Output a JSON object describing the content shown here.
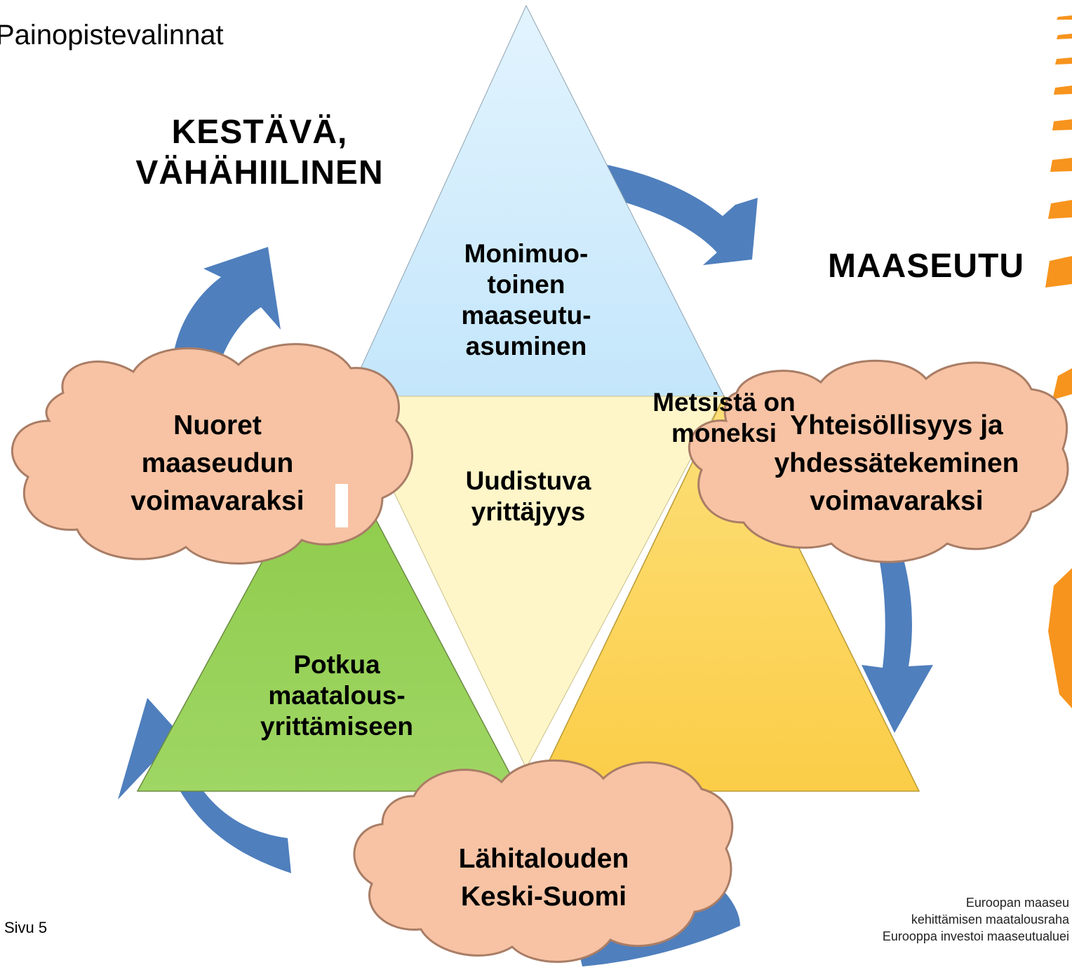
{
  "page_title": "Painopistevalinnat",
  "headings": {
    "left": [
      "KESTÄVÄ,",
      "VÄHÄHIILINEN"
    ],
    "right": "MAASEUTU"
  },
  "triangles": {
    "top": [
      "Monimuo-",
      "toinen",
      "maaseutu-",
      "asuminen"
    ],
    "center": [
      "Uudistuva",
      "yrittäjyys"
    ],
    "left": [
      "Potkua",
      "maatalous-",
      "yrittämiseen"
    ],
    "right": [
      "Metsistä on",
      "moneksi"
    ]
  },
  "clouds": {
    "left": [
      "Nuoret",
      "maaseudun",
      "voimavaraksi"
    ],
    "right": [
      "Yhteisöllisyys ja",
      "yhdessätekeminen",
      "voimavaraksi"
    ],
    "bottom": [
      "Lähitalouden",
      "Keski-Suomi"
    ]
  },
  "page_number": "Sivu 5",
  "footer": [
    "Euroopan maaseu",
    "kehittämisen maatalousraha",
    "Eurooppa investoi maaseutualuei"
  ],
  "colors": {
    "arrow": "#4f7fbd",
    "triangle_top": "#cbeafc",
    "triangle_center": "#fef6c8",
    "triangle_left": "#92d050",
    "triangle_right": "#fdd75c",
    "cloud_fill": "#f7c3a4",
    "cloud_stroke": "#a97d66",
    "brand_orange": "#f7941d"
  }
}
